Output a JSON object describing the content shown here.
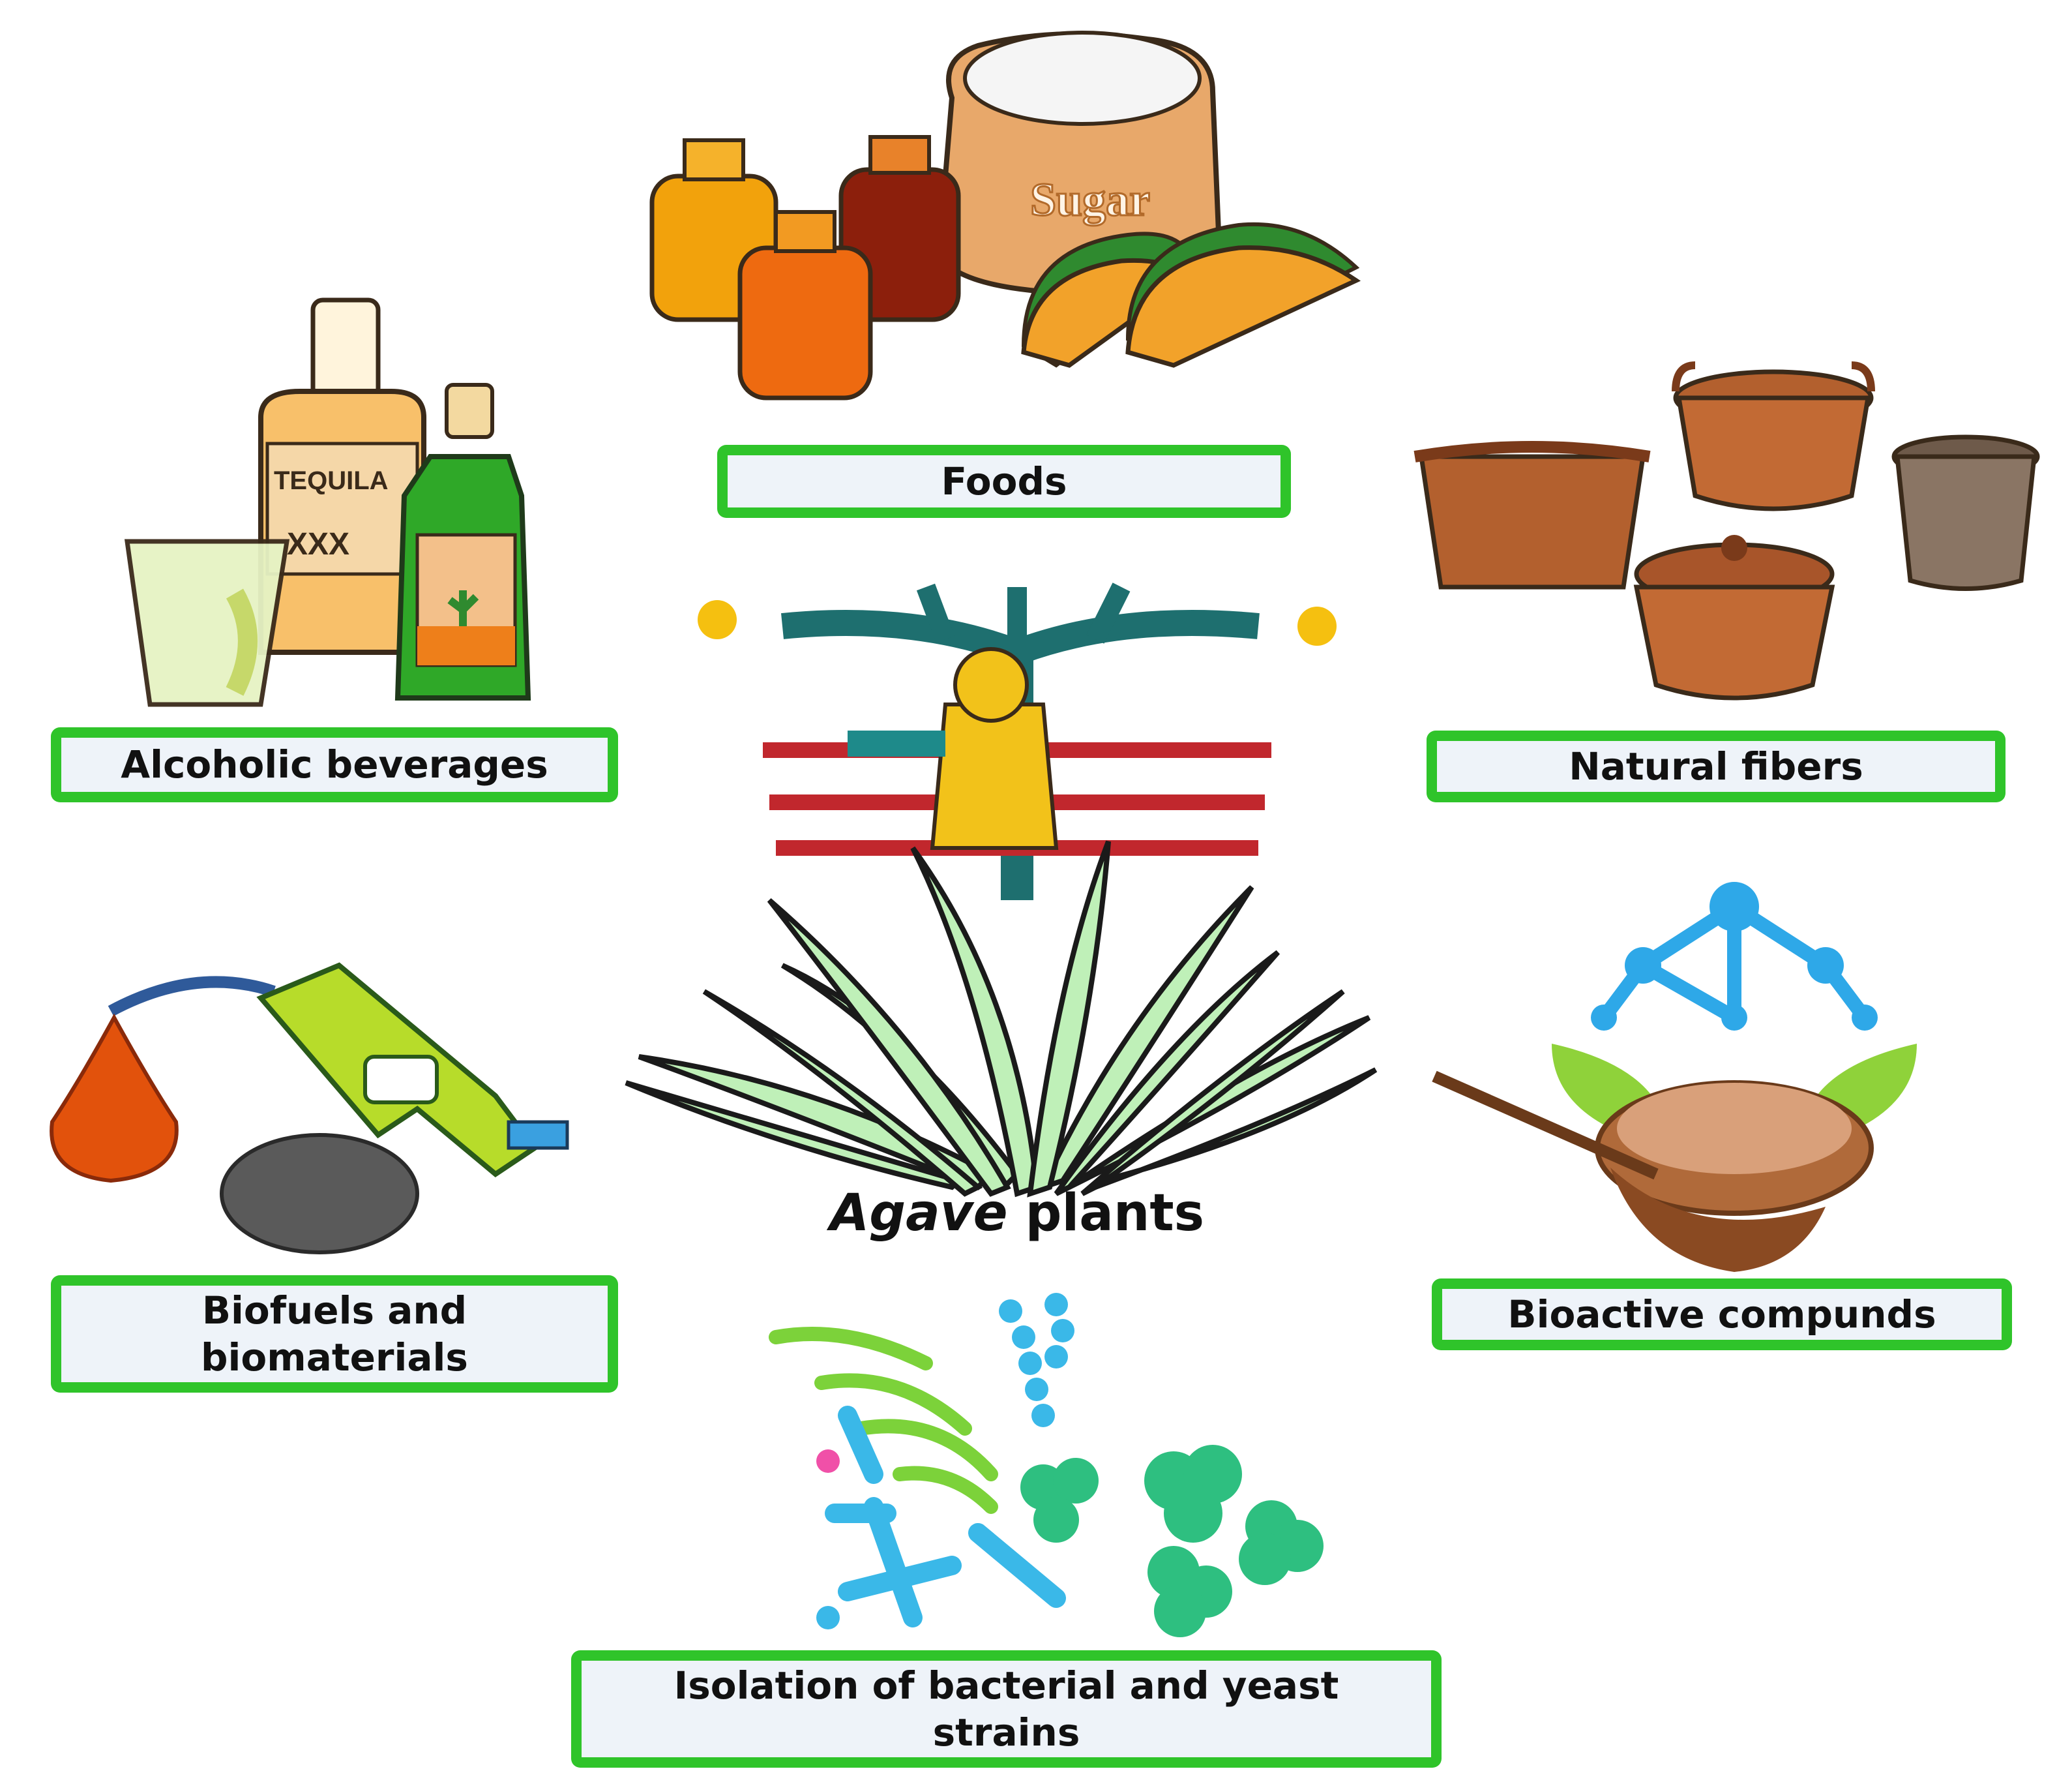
{
  "center": {
    "title_italic": "Agave",
    "title_rest": "plants"
  },
  "labels": {
    "foods": "Foods",
    "alcoholic": "Alcoholic beverages",
    "fibers": "Natural fibers",
    "biofuels_line1": "Biofuels and",
    "biofuels_line2": "biomaterials",
    "bioactive": "Bioactive compunds",
    "isolation_line1": "Isolation of bacterial and yeast",
    "isolation_line2": "strains"
  },
  "illustration_text": {
    "sugar": "Sugar",
    "tequila": "TEQUILA",
    "xxx": "XXX"
  },
  "colors": {
    "label_border": "#2fc42a",
    "label_fill": "#eef3f9",
    "agave_leaf": "#bff0b8"
  }
}
